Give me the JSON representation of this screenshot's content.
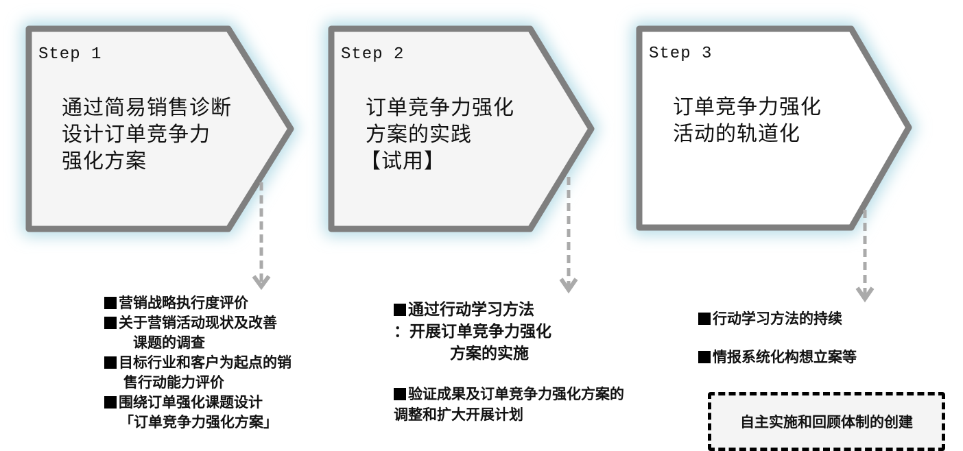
{
  "colors": {
    "glow": "#b9dee8",
    "stroke": "#7f7f7f",
    "fill_light": "#f5f5f5",
    "fill_white": "#ffffff",
    "connector": "#aaaaaa",
    "text": "#111111"
  },
  "steps": [
    {
      "label": "Step 1",
      "title_lines": [
        "通过简易销售诊断",
        "设计订单竞争力",
        "强化方案"
      ],
      "notes": [
        {
          "bullet": true,
          "text": "营销战略执行度评价"
        },
        {
          "bullet": true,
          "text": "关于营销活动现状及改善"
        },
        {
          "bullet": false,
          "text": "课题的调查"
        },
        {
          "bullet": true,
          "text": "目标行业和客户为起点的销"
        },
        {
          "bullet": false,
          "text": "售行动能力评价"
        },
        {
          "bullet": true,
          "text": "围绕订单强化课题设计"
        },
        {
          "bullet": false,
          "text": "「订单竞争力强化方案」"
        }
      ]
    },
    {
      "label": "Step 2",
      "title_lines": [
        "订单竞争力强化",
        "方案的实践",
        "【试用】"
      ],
      "notes": [
        {
          "bullet": true,
          "text": "通过行动学习方法"
        },
        {
          "bullet": false,
          "text": "：开展订单竞争力强化"
        },
        {
          "bullet": false,
          "text": "方案的实施"
        },
        {
          "bullet": true,
          "text": "验证成果及订单竞争力强化方案的"
        },
        {
          "bullet": false,
          "text": "调整和扩大开展计划"
        }
      ]
    },
    {
      "label": "Step 3",
      "title_lines": [
        "订单竞争力强化",
        "活动的轨道化"
      ],
      "notes": [
        {
          "bullet": true,
          "text": "行动学习方法的持续"
        },
        {
          "bullet": true,
          "text": "情报系统化构想立案等"
        }
      ],
      "highlight_box": "自主实施和回顾体制的创建"
    }
  ]
}
